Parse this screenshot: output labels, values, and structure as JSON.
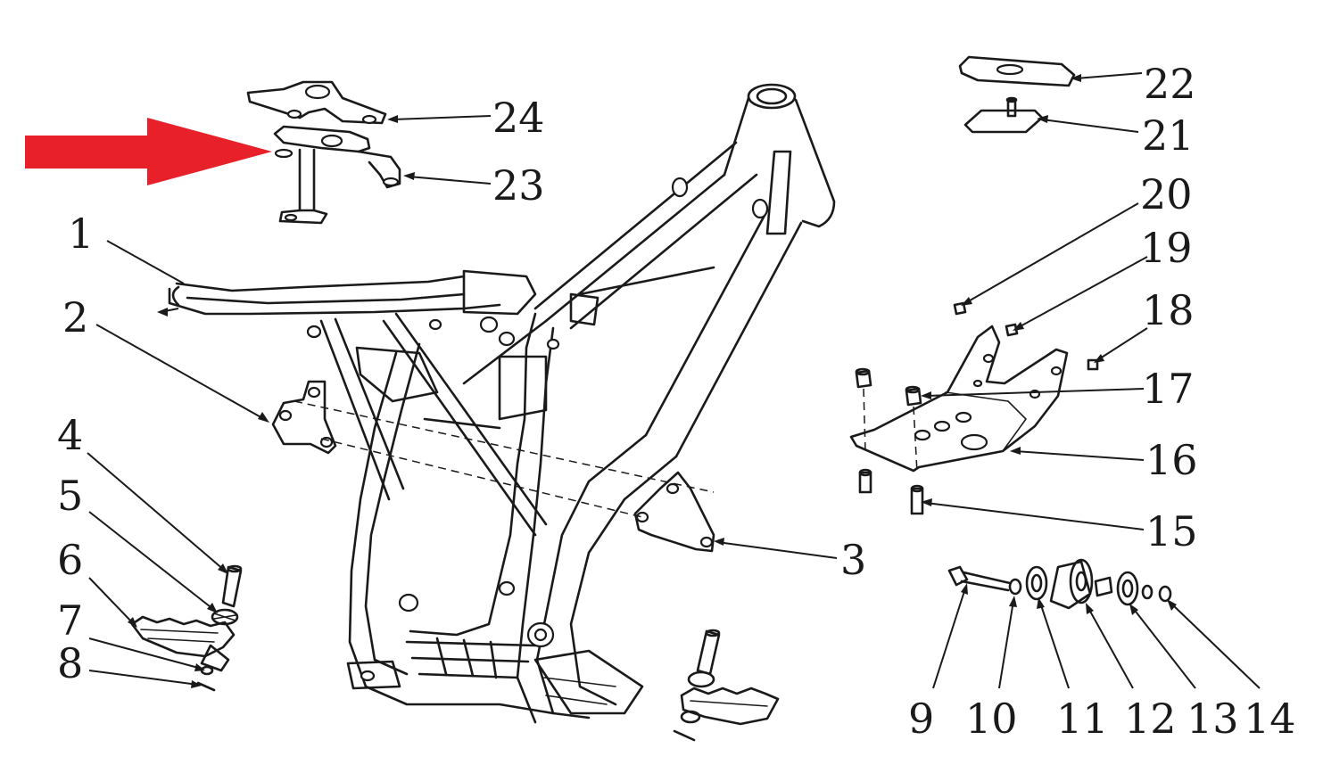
{
  "highlight_color": "#e8202a",
  "callouts": [
    {
      "id": "1",
      "label": "1"
    },
    {
      "id": "2",
      "label": "2"
    },
    {
      "id": "3",
      "label": "3"
    },
    {
      "id": "4",
      "label": "4"
    },
    {
      "id": "5",
      "label": "5"
    },
    {
      "id": "6",
      "label": "6"
    },
    {
      "id": "7",
      "label": "7"
    },
    {
      "id": "8",
      "label": "8"
    },
    {
      "id": "9",
      "label": "9"
    },
    {
      "id": "10",
      "label": "10"
    },
    {
      "id": "11",
      "label": "11"
    },
    {
      "id": "12",
      "label": "12"
    },
    {
      "id": "13",
      "label": "13"
    },
    {
      "id": "14",
      "label": "14"
    },
    {
      "id": "15",
      "label": "15"
    },
    {
      "id": "16",
      "label": "16"
    },
    {
      "id": "17",
      "label": "17"
    },
    {
      "id": "18",
      "label": "18"
    },
    {
      "id": "19",
      "label": "19"
    },
    {
      "id": "20",
      "label": "20"
    },
    {
      "id": "21",
      "label": "21"
    },
    {
      "id": "22",
      "label": "22"
    },
    {
      "id": "23",
      "label": "23"
    },
    {
      "id": "24",
      "label": "24"
    }
  ],
  "highlighted_part": "23"
}
